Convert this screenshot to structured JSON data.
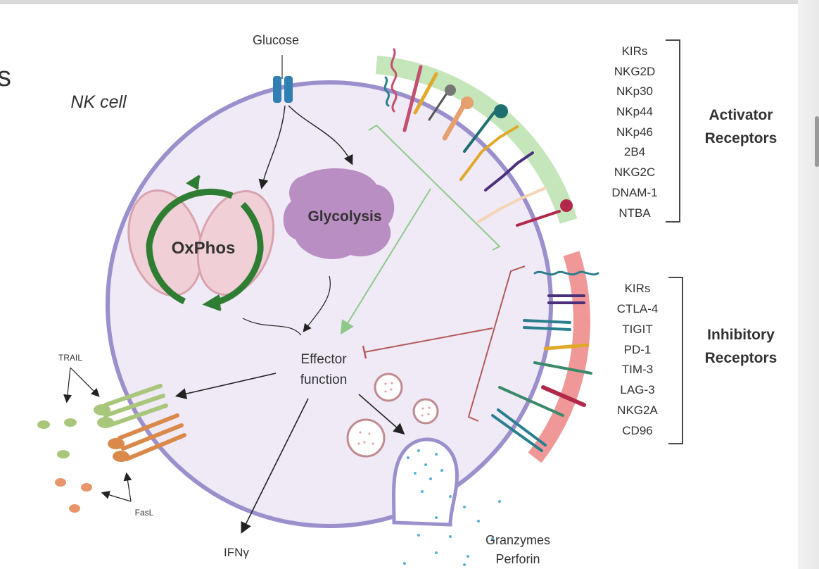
{
  "fragment_letter": "s",
  "cell_label": "NK cell",
  "glucose_label": "Glucose",
  "oxphos_label": "OxPhos",
  "glycolysis_label": "Glycolysis",
  "effector_label_line1": "Effector",
  "effector_label_line2": "function",
  "trail_label": "TRAIL",
  "fasl_label": "FasL",
  "ifng_label": "IFNγ",
  "granzymes_label": "Granzymes",
  "perforin_label": "Perforin",
  "activator": {
    "title_line1": "Activator",
    "title_line2": "Receptors",
    "items": [
      "KIRs",
      "NKG2D",
      "NKp30",
      "NKp44",
      "NKp46",
      "2B4",
      "NKG2C",
      "DNAM-1",
      "NTBA"
    ]
  },
  "inhibitory": {
    "title_line1": "Inhibitory",
    "title_line2": "Receptors",
    "items": [
      "KIRs",
      "CTLA-4",
      "TIGIT",
      "PD-1",
      "TIM-3",
      "LAG-3",
      "NKG2A",
      "CD96"
    ]
  },
  "colors": {
    "cell_fill": "#efeaf6",
    "membrane": "#9b8fcc",
    "activator_band": "#bfe3b3",
    "inhibitory_band": "#ee8d8d",
    "cycle_arrow": "#2e7d32",
    "glycolysis_blob": "#b98ec2",
    "mitochondria": "#f1cfd6"
  }
}
